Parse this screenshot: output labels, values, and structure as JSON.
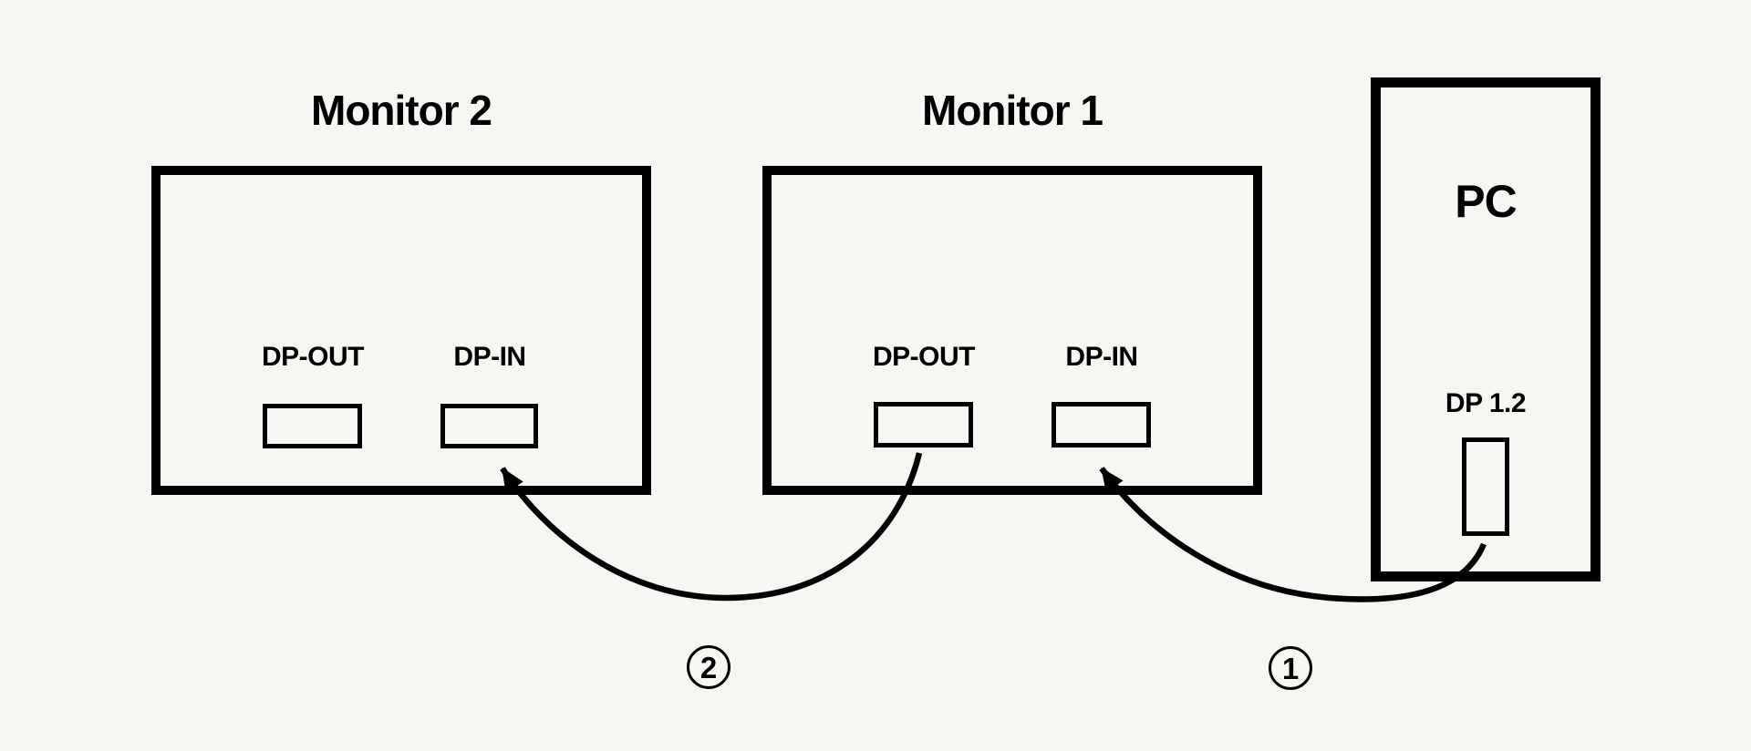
{
  "canvas": {
    "background": "#f7f6f3",
    "ink": "#000000"
  },
  "monitor2": {
    "title": "Monitor 2",
    "port_out_label": "DP-OUT",
    "port_in_label": "DP-IN"
  },
  "monitor1": {
    "title": "Monitor 1",
    "port_out_label": "DP-OUT",
    "port_in_label": "DP-IN"
  },
  "pc": {
    "title": "PC",
    "port_label": "DP 1.2"
  },
  "connections": [
    {
      "number": "1",
      "from": "PC DP 1.2",
      "to": "Monitor 1 DP-IN"
    },
    {
      "number": "2",
      "from": "Monitor 1 DP-OUT",
      "to": "Monitor 2 DP-IN"
    }
  ]
}
